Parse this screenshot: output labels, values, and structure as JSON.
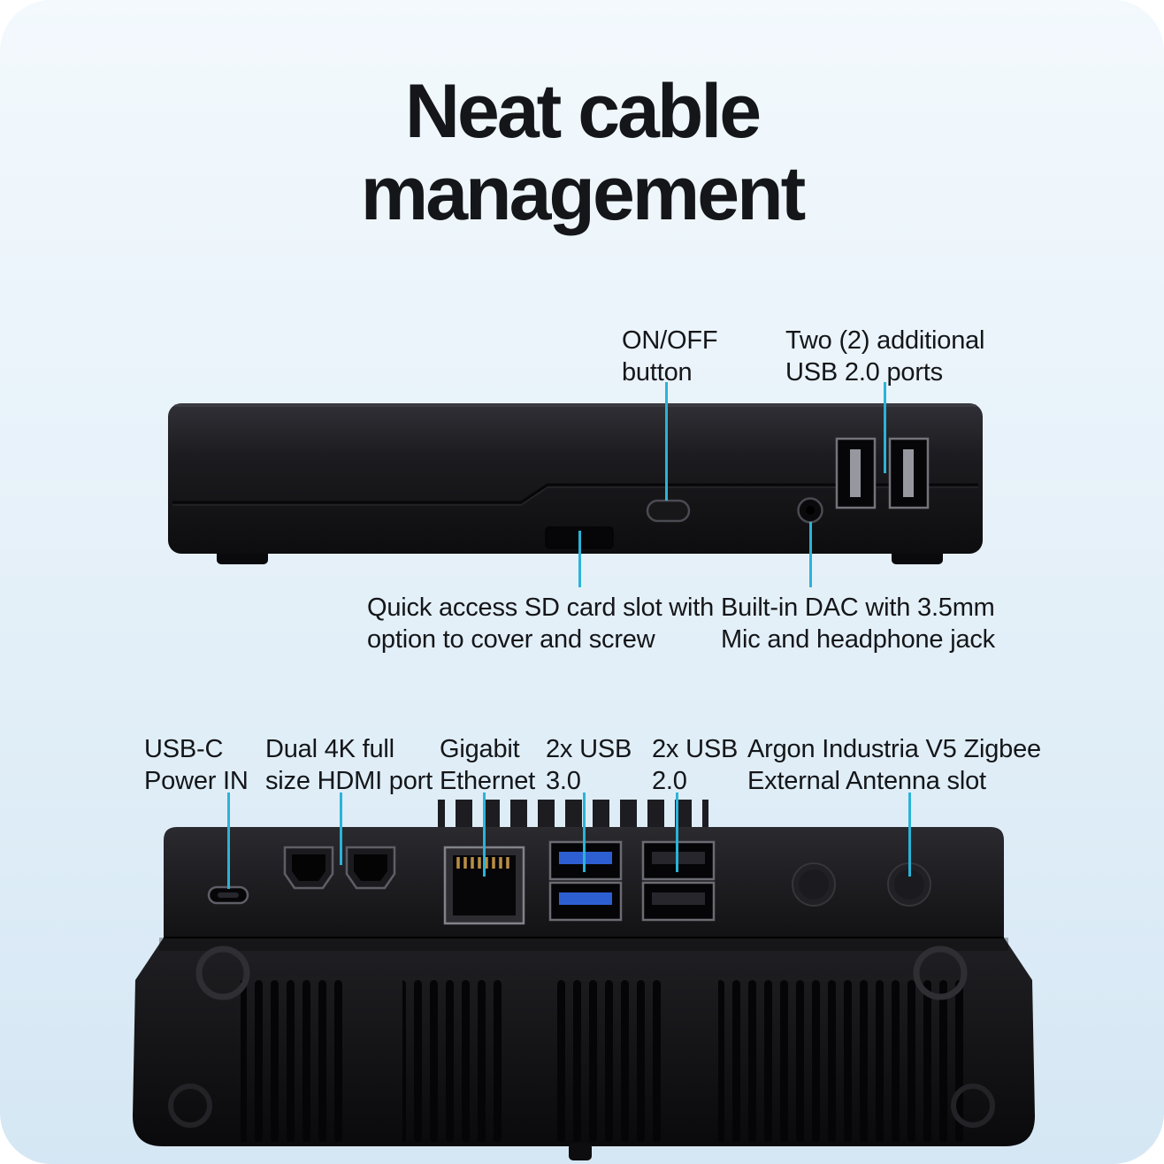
{
  "colors": {
    "accent": "#2bb3d8",
    "background_top": "#f3f9fd",
    "background_bottom": "#d5e7f4",
    "text": "#141619"
  },
  "title": {
    "text": "Neat cable\nmanagement"
  },
  "front_view": {
    "on_off": {
      "label": "ON/OFF\nbutton"
    },
    "extra_usb": {
      "label": "Two (2) additional\nUSB 2.0 ports"
    },
    "sd_slot": {
      "label": "Quick access SD card slot with\noption to cover and screw"
    },
    "dac": {
      "label": "Built-in DAC with 3.5mm\nMic and headphone jack"
    }
  },
  "rear_view": {
    "usb_c": {
      "label": "USB-C\nPower IN"
    },
    "hdmi": {
      "label": "Dual 4K full\nsize HDMI port"
    },
    "ethernet": {
      "label": "Gigabit\nEthernet"
    },
    "usb3": {
      "label": "2x USB\n3.0"
    },
    "usb2": {
      "label": "2x USB\n2.0"
    },
    "antenna": {
      "label": "Argon Industria V5 Zigbee\nExternal Antenna slot"
    }
  }
}
